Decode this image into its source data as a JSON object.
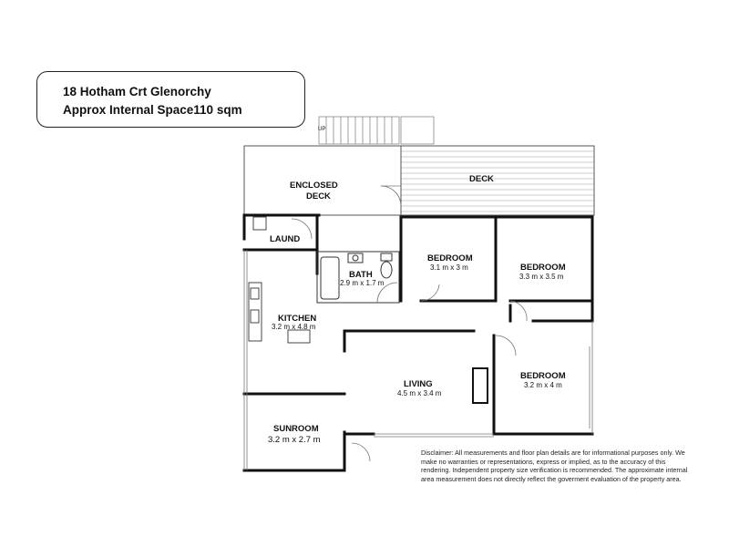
{
  "header": {
    "address": "18 Hotham Crt Glenorchy",
    "area": "Approx Internal Space110 sqm"
  },
  "stairs": {
    "label": "UP"
  },
  "rooms": {
    "enclosed_deck": {
      "name_line1": "ENCLOSED",
      "name_line2": "DECK"
    },
    "deck": {
      "name": "DECK"
    },
    "laund": {
      "name": "LAUND"
    },
    "bath": {
      "name": "BATH",
      "dim": "2.9 m x 1.7 m"
    },
    "bedroom1": {
      "name": "BEDROOM",
      "dim": "3.1 m x 3 m"
    },
    "bedroom2": {
      "name": "BEDROOM",
      "dim": "3.3 m x 3.5 m"
    },
    "kitchen": {
      "name": "KITCHEN",
      "dim": "3.2 m x 4.8 m"
    },
    "living": {
      "name": "LIVING",
      "dim": "4.5 m x 3.4 m"
    },
    "bedroom3": {
      "name": "BEDROOM",
      "dim": "3.2 m x 4 m"
    },
    "sunroom": {
      "name": "SUNROOM",
      "dim": "3.2 m x 2.7 m"
    }
  },
  "disclaimer": "Disclaimer: All measurements and floor plan details are for informational purposes only. We  make no warranties or representations, express or implied, as to the accuracy of this rendering. Independent property size verification is recommended. The approximate internal area measurement does not directly reflect the goverment evaluation of the property area."
}
